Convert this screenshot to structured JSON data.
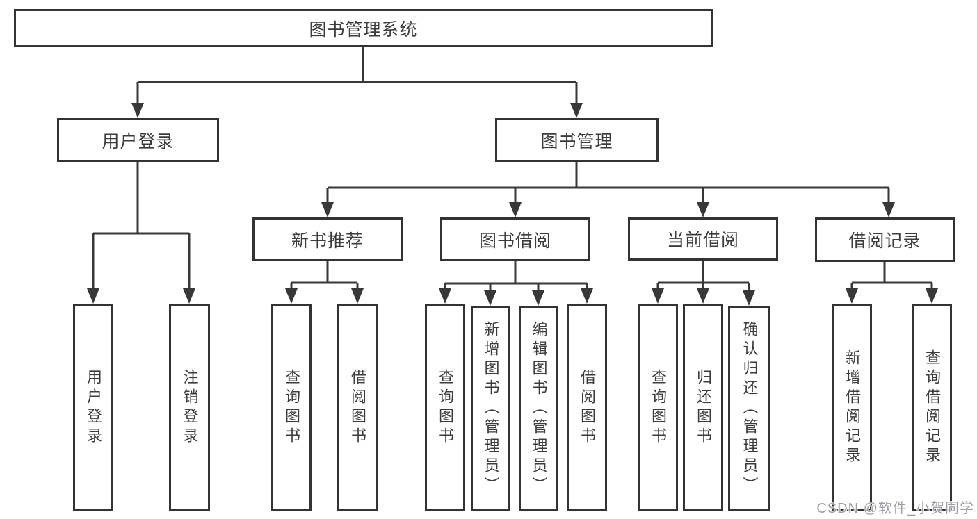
{
  "tree": {
    "label": "图书管理系统",
    "children": [
      {
        "label": "用户登录",
        "children": [
          {
            "label": "用户登录"
          },
          {
            "label": "注销登录"
          }
        ]
      },
      {
        "label": "图书管理",
        "children": [
          {
            "label": "新书推荐",
            "children": [
              {
                "label": "查询图书"
              },
              {
                "label": "借阅图书"
              }
            ]
          },
          {
            "label": "图书借阅",
            "children": [
              {
                "label": "查询图书"
              },
              {
                "label": "新增图书（管理员）"
              },
              {
                "label": "编辑图书（管理员）"
              },
              {
                "label": "借阅图书"
              }
            ]
          },
          {
            "label": "当前借阅",
            "children": [
              {
                "label": "查询图书"
              },
              {
                "label": "归还图书"
              },
              {
                "label": "确认归还（管理员）"
              }
            ]
          },
          {
            "label": "借阅记录",
            "children": [
              {
                "label": "新增借阅记录"
              },
              {
                "label": "查询借阅记录"
              }
            ]
          }
        ]
      }
    ]
  },
  "watermark": "CSDN @软件_小贺同学",
  "colors": {
    "line": "#383838",
    "box_border": "#333333",
    "text": "#3c3c3c",
    "watermark": "#9e9ea3",
    "background": "#ffffff"
  }
}
